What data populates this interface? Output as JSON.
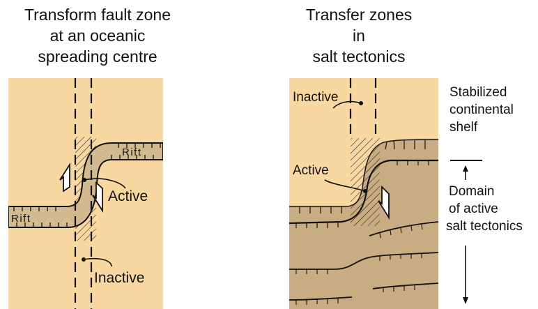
{
  "left_panel": {
    "title_lines": [
      "Transform fault zone",
      "at an oceanic",
      "spreading centre"
    ],
    "labels": {
      "rift_right": "Rift",
      "rift_left": "Rift",
      "active": "Active",
      "inactive": "Inactive"
    }
  },
  "right_panel": {
    "title_lines": [
      "Transfer zones",
      "in",
      "salt tectonics"
    ],
    "labels": {
      "inactive": "Inactive",
      "active": "Active"
    },
    "annotations": {
      "shelf_lines": [
        "Stabilized",
        "continental",
        "shelf"
      ],
      "domain_lines": [
        "Domain",
        "of active",
        "salt tectonics"
      ]
    }
  },
  "colors": {
    "background_fill": "#F8D8A0",
    "rift_fill": "#D2B98E",
    "salt_domain_fill": "#C8AD82",
    "line": "#111111",
    "arrow_fill": "#FFFFFF"
  },
  "icons": [
    "half-arrow-up-icon",
    "half-arrow-down-icon",
    "hatch-zone"
  ]
}
